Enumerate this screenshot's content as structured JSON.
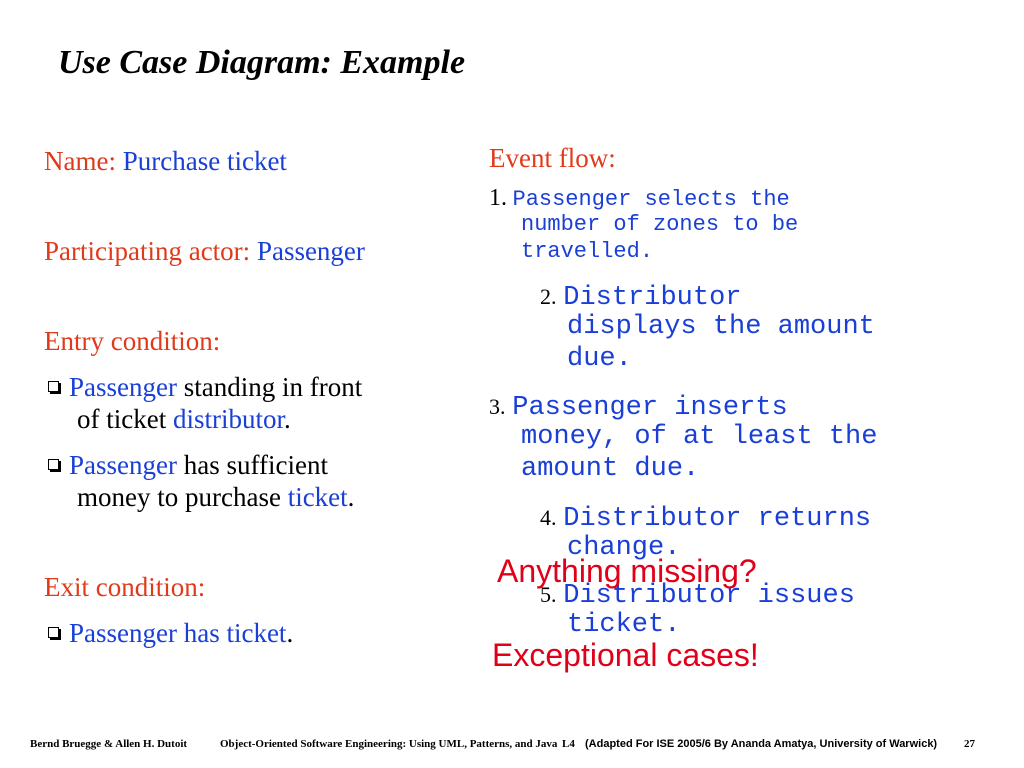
{
  "slide": {
    "title": "Use Case Diagram: Example",
    "left": {
      "name_label": "Name: ",
      "name_value": "Purchase ticket",
      "actor_label": "Participating actor: ",
      "actor_value": "Passenger",
      "entry_label": "Entry condition:",
      "entry_items": [
        {
          "blue1": "Passenger",
          "black1": " standing in front",
          "black2": "of ticket ",
          "blue2": "distributor",
          "end": "."
        },
        {
          "blue1": "Passenger",
          "black1": " has sufficient",
          "black2": "money to purchase ",
          "blue2": "ticket",
          "end": "."
        }
      ],
      "exit_label": "Exit condition:",
      "exit_item": {
        "blue": "Passenger has ticket",
        "end": "."
      }
    },
    "right": {
      "event_flow_label": "Event flow:",
      "steps": [
        {
          "num": "1.",
          "lines": [
            "Passenger selects the",
            "number of zones to be",
            "travelled."
          ]
        },
        {
          "num": "2.",
          "lines": [
            "Distributor",
            "displays the amount",
            "due."
          ]
        },
        {
          "num": "3.",
          "lines": [
            "Passenger inserts",
            "money, of at least the",
            "amount due."
          ]
        },
        {
          "num": "4.",
          "lines": [
            "Distributor returns",
            "change."
          ]
        },
        {
          "num": "5.",
          "lines": [
            "Distributor issues",
            "ticket."
          ]
        }
      ]
    },
    "overlay": {
      "line1": "Anything missing?",
      "line2": "Exceptional cases!"
    },
    "footer": {
      "authors": "Bernd Bruegge & Allen H. Dutoit",
      "book": "Object-Oriented Software Engineering: Using UML, Patterns, and Java",
      "lecture": "L4",
      "adapted": "(Adapted For ISE 2005/6 By Ananda Amatya, University of Warwick)",
      "page": "27"
    }
  }
}
